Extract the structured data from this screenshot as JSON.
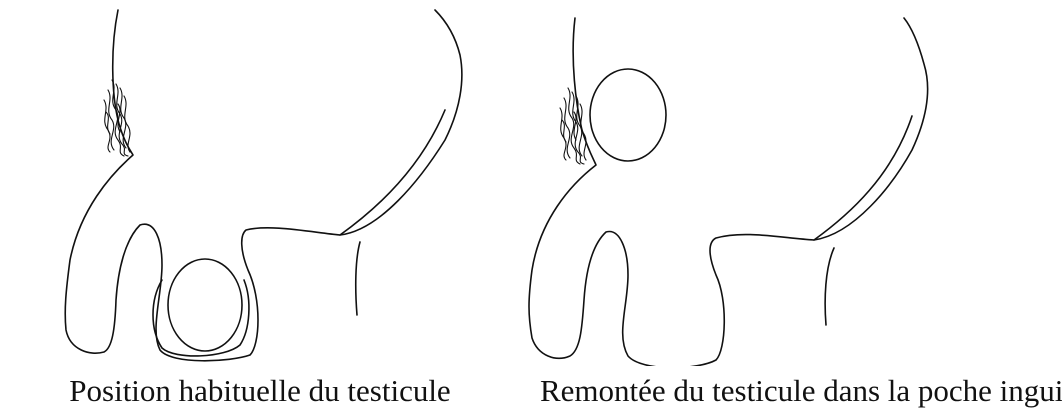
{
  "figures": [
    {
      "caption": "Position habituelle du testicule",
      "testicle_state": "scrotal"
    },
    {
      "caption": "Remontée du testicule dans la poche inguinale",
      "testicle_state": "inguinal"
    }
  ],
  "colors": {
    "line": "#111111",
    "background": "#ffffff"
  }
}
